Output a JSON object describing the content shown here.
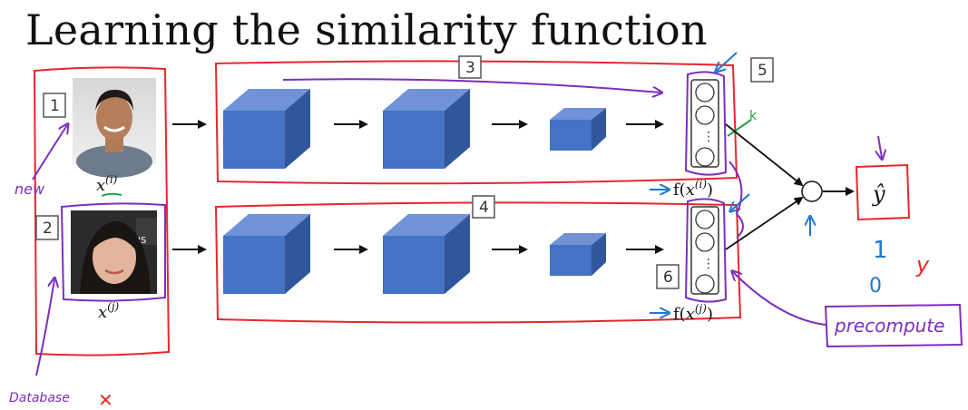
{
  "title": "Learning the similarity function",
  "labels": {
    "xi": "x(i)",
    "xj": "x(j)",
    "fxi": "f(x(i))",
    "fxj": "f(x(j))",
    "yhat": "ŷ"
  },
  "boxes": {
    "b1": "1",
    "b2": "2",
    "b3": "3",
    "b4": "4",
    "b5": "5",
    "b6": "6"
  },
  "handwritten": {
    "new": "new",
    "database": "Database",
    "cross": "✕",
    "k": "k",
    "one": "1",
    "zero": "0",
    "y": "y",
    "precompute": "precompute"
  },
  "colors": {
    "cube_front": "#4472c4",
    "red": "#e8262d",
    "purple": "#7b2fbe",
    "blue": "#1f77d0",
    "green": "#1fa34a"
  }
}
